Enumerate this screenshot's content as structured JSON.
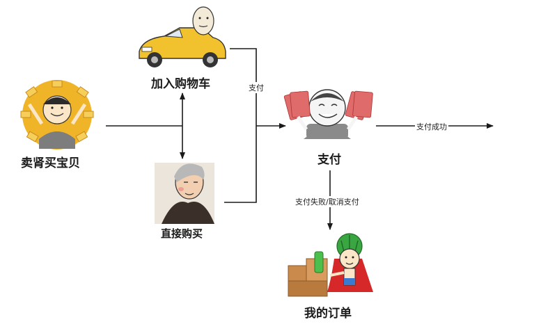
{
  "nodes": {
    "seller": {
      "label": "卖肾买宝贝",
      "icon": "rich-man-gold-coins-icon"
    },
    "cart": {
      "label": "加入购物车",
      "icon": "man-driving-car-icon"
    },
    "buy_now": {
      "label": "直接购买",
      "icon": "old-man-icon"
    },
    "pay": {
      "label": "支付",
      "icon": "man-holding-cash-icon"
    },
    "orders": {
      "label": "我的订单",
      "icon": "kid-with-boxes-icon"
    }
  },
  "edges": {
    "cart_to_pay": "支付",
    "pay_success": "支付成功",
    "pay_fail": "支付失败/取消支付"
  },
  "colors": {
    "line": "#1a1a1a",
    "car": "#f2c12e",
    "coins": "#f0b429",
    "cash": "#e06b6b",
    "boxes": "#c98a4b",
    "melon": "#3aa642",
    "cape": "#d62828"
  }
}
